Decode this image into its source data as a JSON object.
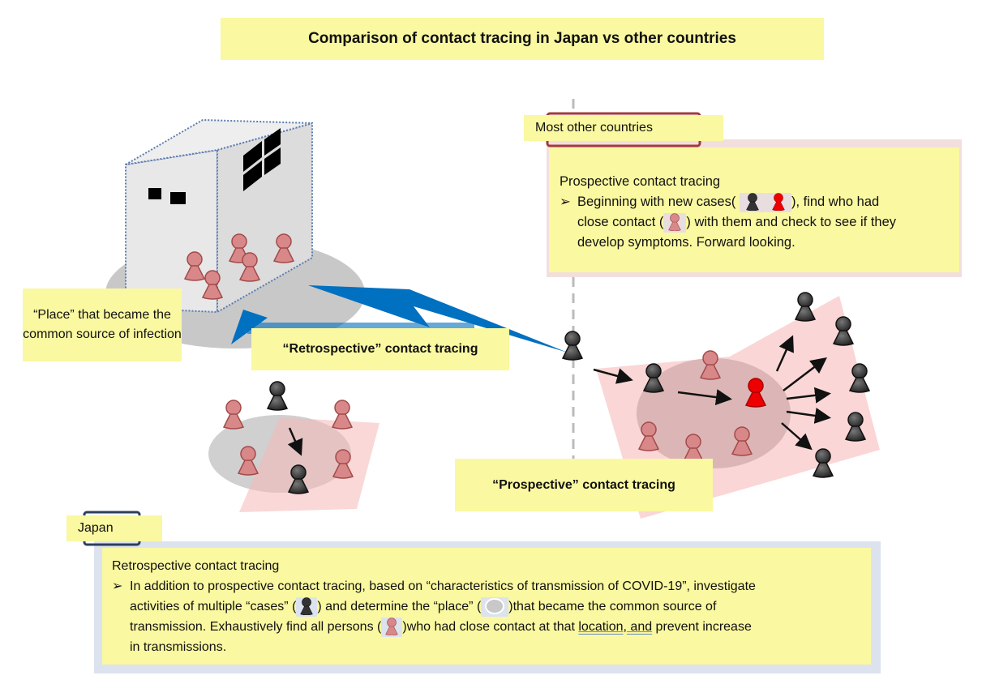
{
  "title": "Comparison of contact tracing in Japan vs other countries",
  "other_countries": {
    "tag": "Most other countries",
    "heading": "Prospective contact tracing",
    "bullet_part1": "Beginning with new cases(",
    "bullet_part2": "), find who had",
    "bullet_line2a": "close contact (",
    "bullet_line2b": ") with them and check to see if they",
    "bullet_line3": "develop symptoms. Forward looking.",
    "bullet_marker": "➢"
  },
  "japan": {
    "tag": "Japan",
    "heading": "Retrospective contact tracing",
    "bullet_marker": "➢",
    "line1": "In addition to prospective contact tracing, based on “characteristics of transmission of COVID-19”, investigate",
    "line2a": "activities of multiple “cases” (",
    "line2b": ") and determine the “place” (",
    "line2c": ")that became the common source of",
    "line3a": "transmission. Exhaustively find all persons (",
    "line3b": ")who had close contact at that ",
    "line3_underlined": "location, and",
    "line3c": " prevent increase",
    "line4": "in transmissions."
  },
  "callouts": {
    "place": "“Place” that became the common source of infection",
    "retrospective": "“Retrospective” contact tracing",
    "prospective": "“Prospective” contact tracing"
  },
  "icons": {
    "case": "person-case-icon",
    "new_case_red": "person-new-case-icon",
    "contact": "person-contact-icon",
    "place": "place-ellipse-icon"
  },
  "colors": {
    "callout_bg": "#faf8a0",
    "case": "#3a3a3a",
    "new_case": "#ee0000",
    "contact": "#d58a8a",
    "arrow_blue": "#0070c0",
    "frame_red": "#a33a3a",
    "frame_blue": "#dce3ee"
  }
}
